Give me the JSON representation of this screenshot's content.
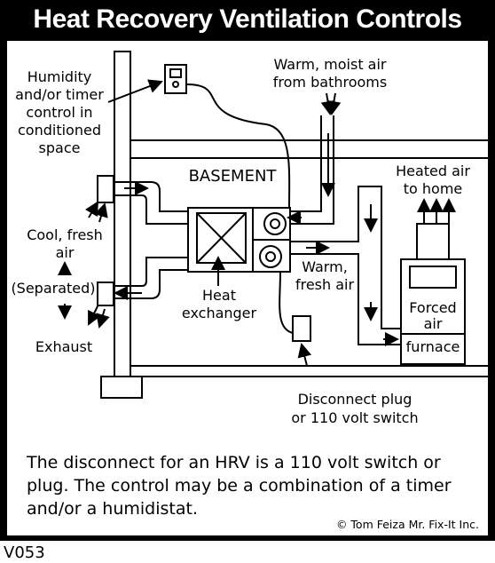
{
  "title": "Heat Recovery Ventilation Controls",
  "labels": {
    "humidity_control": [
      "Humidity",
      "and/or timer",
      "control in",
      "conditioned",
      "space"
    ],
    "warm_moist_air": [
      "Warm, moist air",
      "from bathrooms"
    ],
    "basement": "BASEMENT",
    "heated_air": [
      "Heated air",
      "to home"
    ],
    "cool_fresh_air": [
      "Cool, fresh",
      "air"
    ],
    "separated": "(Separated)",
    "exhaust": "Exhaust",
    "heat_exchanger": [
      "Heat",
      "exchanger"
    ],
    "warm_fresh_air": [
      "Warm,",
      "fresh air"
    ],
    "forced_air": [
      "Forced",
      "air"
    ],
    "furnace": "furnace",
    "disconnect": [
      "Disconnect plug",
      "or 110 volt switch"
    ]
  },
  "caption": [
    "The disconnect for an HRV is a 110 volt switch or",
    "plug.  The control may be a combination of a timer",
    "and/or a humidistat."
  ],
  "credit": "© Tom Feiza Mr. Fix-It Inc.",
  "code": "V053"
}
